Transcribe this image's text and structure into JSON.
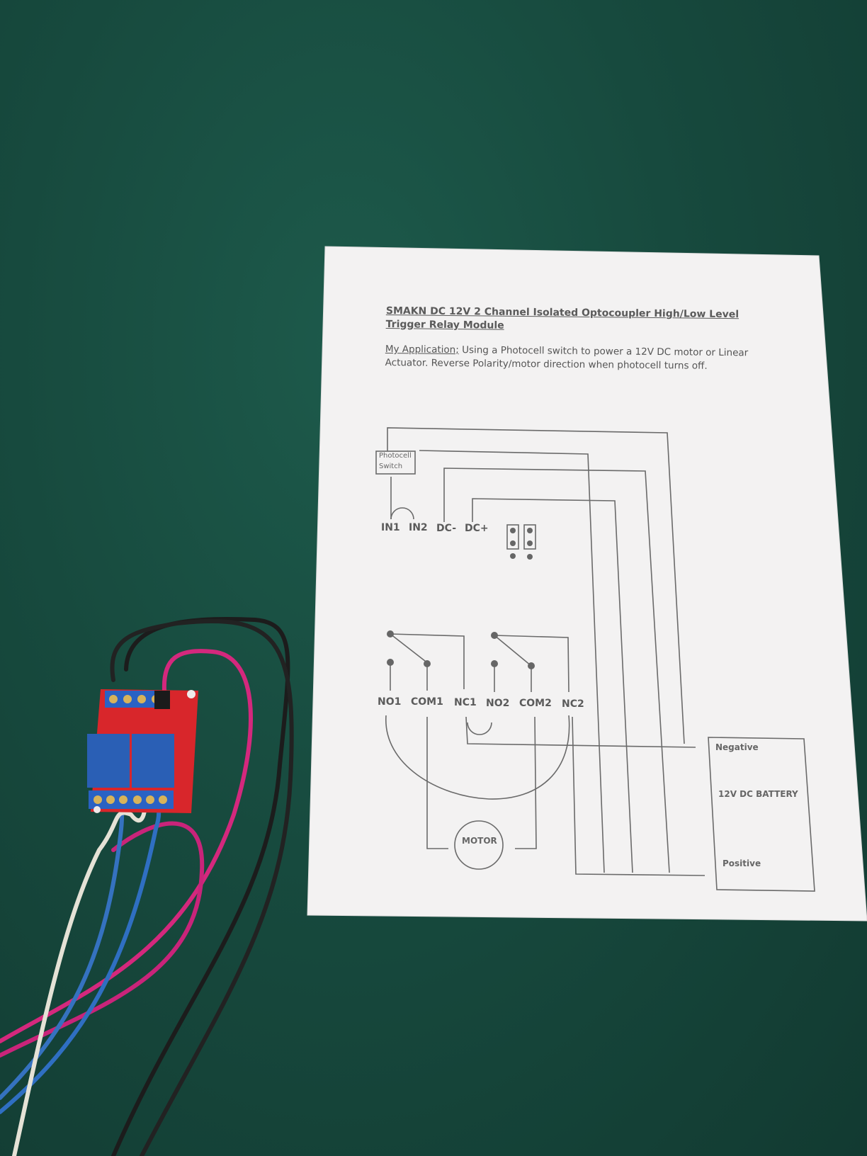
{
  "scene": {
    "description": "Photo of a printed wiring diagram next to a 2-channel relay module with wires on a green table",
    "colors": {
      "table": "#174a3e",
      "paper": "#f3f2f2",
      "ink": "#5a5a5a",
      "relay_board": "#d8262b",
      "relay_cube": "#2a5fb5",
      "wire_magenta": "#d4287d",
      "wire_blue": "#2f6fc2",
      "wire_white": "#e5e2d6",
      "wire_black": "#1c1c1c"
    }
  },
  "document": {
    "title": "SMAKN DC 12V 2 Channel Isolated Optocoupler High/Low Level Trigger Relay Module",
    "application_label": "My Application;",
    "application_text": "Using a Photocell switch to power a 12V DC motor or Linear Actuator. Reverse Polarity/motor direction when photocell turns off."
  },
  "diagram": {
    "photocell_box": [
      "Photocell",
      "Switch"
    ],
    "input_terminals": [
      "IN1",
      "IN2",
      "DC-",
      "DC+"
    ],
    "relay_terminals": [
      "NO1",
      "COM1",
      "NC1",
      "NO2",
      "COM2",
      "NC2"
    ],
    "motor_label": "MOTOR",
    "battery": {
      "negative": "Negative",
      "label": "12V DC BATTERY",
      "positive": "Positive"
    }
  }
}
